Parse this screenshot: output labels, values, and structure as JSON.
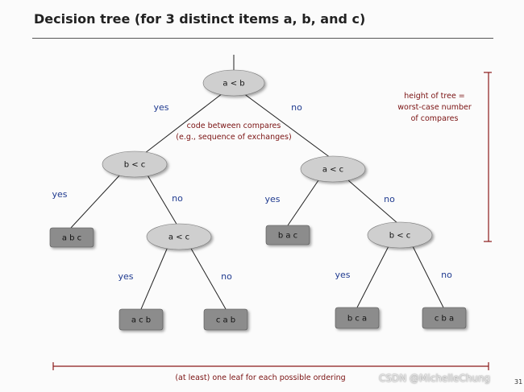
{
  "title": "Decision tree (for 3 distinct items a, b, and c)",
  "nodes": {
    "root": "a < b",
    "left": "b < c",
    "right": "a < c",
    "left_right": "a < c",
    "right_right": "b < c"
  },
  "branches": {
    "root_yes": "yes",
    "root_no": "no",
    "left_yes": "yes",
    "left_no": "no",
    "right_yes": "yes",
    "right_no": "no",
    "left_right_yes": "yes",
    "left_right_no": "no",
    "right_right_yes": "yes",
    "right_right_no": "no"
  },
  "leaves": {
    "abc": "a b c",
    "acb": "a c b",
    "cab": "c a b",
    "bac": "b a c",
    "bca": "b c a",
    "cba": "c b a"
  },
  "annotations": {
    "compare_line1": "code between compares",
    "compare_line2": "(e.g., sequence of exchanges)",
    "height_line1": "height of tree =",
    "height_line2": "worst-case number",
    "height_line3": "of compares",
    "leaves_note": "(at least) one leaf for each possible ordering"
  },
  "watermark": "CSDN @MichelleChung",
  "page_number": "31",
  "colors": {
    "node_fill": "#cfcfcf",
    "leaf_fill": "#8c8c8c",
    "annotation_red": "#8b1a1a",
    "branch_blue": "#1f3a8f"
  }
}
